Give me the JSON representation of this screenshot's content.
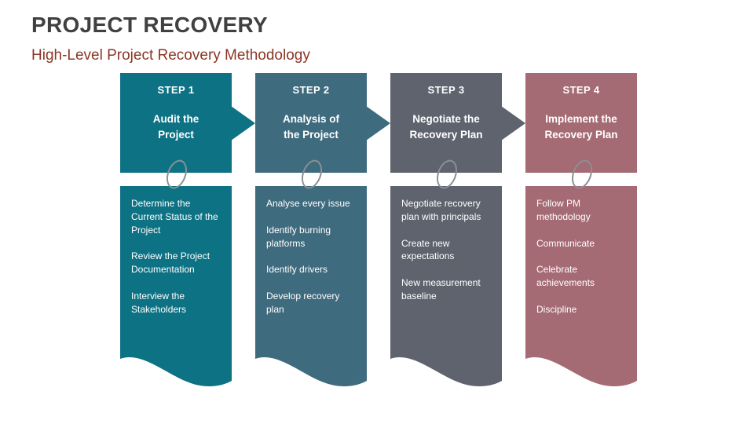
{
  "slide": {
    "title": "PROJECT RECOVERY",
    "subtitle": "High-Level Project Recovery Methodology",
    "title_color": "#404040",
    "subtitle_color": "#8b3626",
    "background": "#ffffff"
  },
  "connector_color": "#8a9094",
  "steps": [
    {
      "label": "STEP 1",
      "title": "Audit the\nProject",
      "color": "#0e7285",
      "items": [
        "Determine the Current Status of the Project",
        "Review the Project Documentation",
        "Interview the Stakeholders"
      ]
    },
    {
      "label": "STEP 2",
      "title": "Analysis of\nthe Project",
      "color": "#3f6b7e",
      "items": [
        "Analyse every issue",
        "Identify burning platforms",
        "Identify drivers",
        "Develop recovery plan"
      ]
    },
    {
      "label": "STEP 3",
      "title": "Negotiate the\nRecovery Plan",
      "color": "#5f636e",
      "items": [
        "Negotiate recovery plan with principals",
        "Create new expectations",
        "New measurement baseline"
      ]
    },
    {
      "label": "STEP 4",
      "title": "Implement the\nRecovery Plan",
      "color": "#a56b74",
      "items": [
        "Follow PM methodology",
        "Communicate",
        "Celebrate achievements",
        "Discipline"
      ]
    }
  ]
}
